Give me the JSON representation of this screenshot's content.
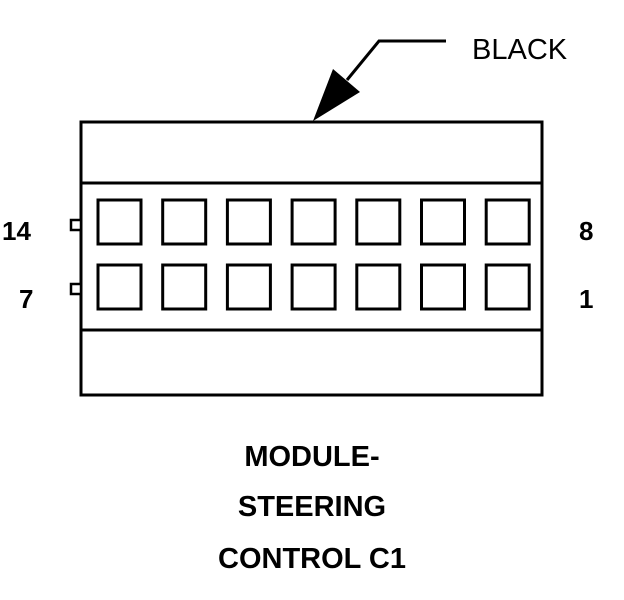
{
  "connector": {
    "color_label": "BLACK",
    "pin_labels": {
      "top_left": "14",
      "bottom_left": "7",
      "top_right": "8",
      "bottom_right": "1"
    },
    "rows": 2,
    "pins_per_row": 7
  },
  "caption": {
    "line1": "MODULE-",
    "line2": "STEERING",
    "line3": "CONTROL C1"
  },
  "colors": {
    "stroke": "#000000",
    "background": "#ffffff"
  }
}
